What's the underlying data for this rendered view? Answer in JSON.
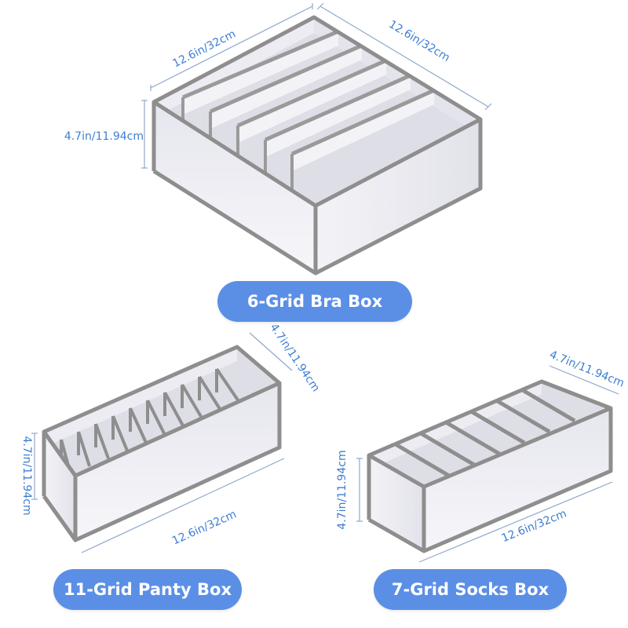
{
  "boxes": {
    "bra": {
      "label": "6-Grid Bra Box",
      "dim_front": "12.6in/32cm",
      "dim_side": "12.6in/32cm",
      "dim_height": "4.7in/11.94cm"
    },
    "panty": {
      "label": "11-Grid Panty Box",
      "dim_depth": "4.7in/11.94cm",
      "dim_height": "4.7in/11.94cm",
      "dim_length": "12.6in/32cm"
    },
    "socks": {
      "label": "7-Grid Socks Box",
      "dim_depth": "4.7in/11.94cm",
      "dim_height": "4.7in/11.94cm",
      "dim_length": "12.6in/32cm"
    }
  },
  "colors": {
    "label_bg": "#5b8fe6",
    "label_text": "#ffffff",
    "dimension_text": "#3e7fd1",
    "box_trim": "#8e8e8e",
    "box_fabric": "#f1f1f5"
  }
}
